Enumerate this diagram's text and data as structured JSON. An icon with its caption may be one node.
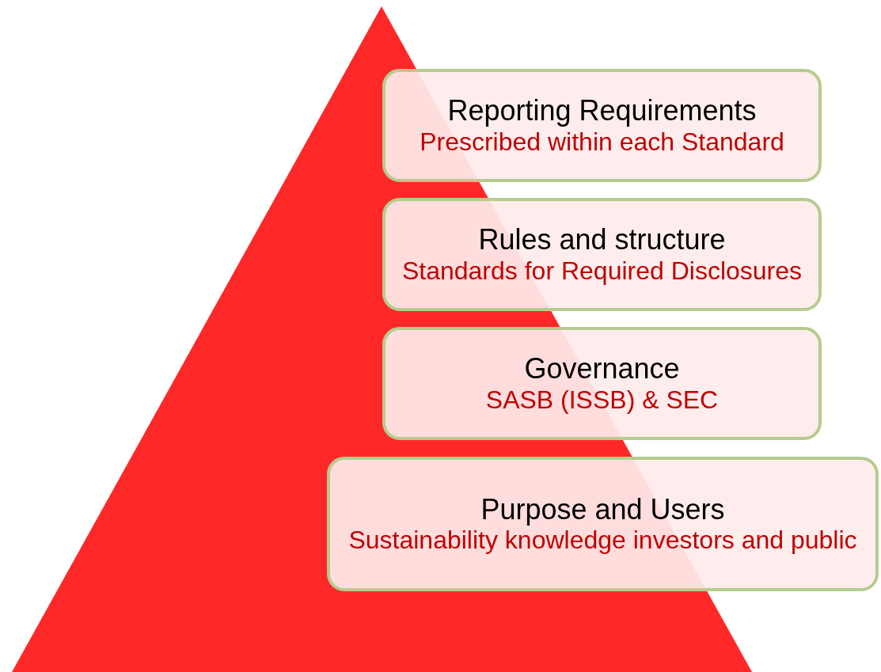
{
  "diagram": {
    "nodes": [
      {
        "text": [
          "Reporting Requirements",
          "Prescribed within each Standard"
        ]
      },
      {
        "text": [
          "Rules and structure",
          "Standards for Required Disclosures"
        ]
      },
      {
        "text": [
          "Governance",
          "SASB (ISSB) & SEC"
        ]
      },
      {
        "text": [
          "Purpose and Users",
          "Sustainability knowledge investors and public"
        ]
      }
    ]
  }
}
